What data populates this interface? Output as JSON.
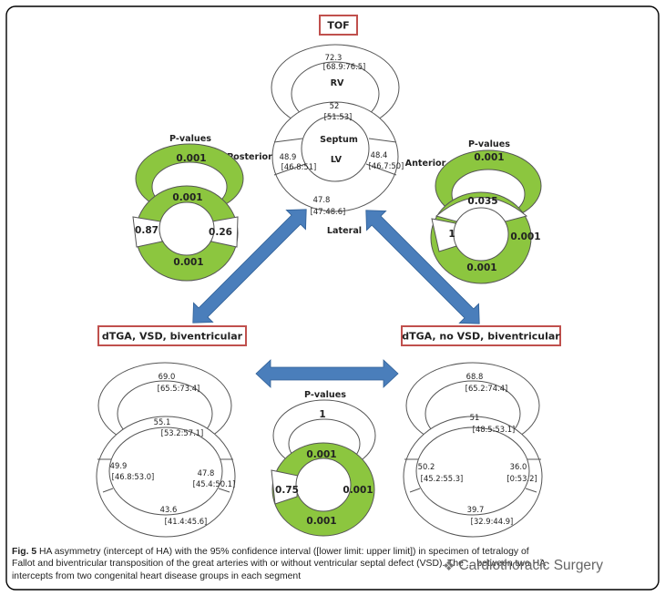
{
  "tof": {
    "title": "TOF",
    "top_value": "72.3",
    "top_ci": "[68.9:76.5]",
    "rv": "RV",
    "septum_value": "52",
    "septum_ci": "[51:53]",
    "septum": "Septum",
    "lv": "LV",
    "posterior": "Posterior",
    "posterior_value": "48.9",
    "posterior_ci": "[46.8:51]",
    "anterior": "Anterior",
    "anterior_value": "48.4",
    "anterior_ci": "[46.7:50]",
    "lateral_value": "47.8",
    "lateral_ci": "[47:48.6]",
    "lateral": "Lateral"
  },
  "left_pvalues": {
    "title": "P-values",
    "top": "0.001",
    "septum": "0.001",
    "left": "0.87",
    "right": "0.26",
    "bottom": "0.001"
  },
  "right_pvalues": {
    "title": "P-values",
    "top": "0.001",
    "septum": "0.035",
    "left": "1",
    "right": "0.001",
    "bottom": "0.001"
  },
  "bottom_pvalues": {
    "title": "P-values",
    "top": "1",
    "septum": "0.001",
    "left": "0.75",
    "right": "0.001",
    "bottom": "0.001"
  },
  "dtga_vsd": {
    "title": "dTGA, VSD, biventricular",
    "top_value": "69.0",
    "top_ci": "[65.5:73.4]",
    "septum_value": "55.1",
    "septum_ci": "[53.2:57.1]",
    "left_value": "49.9",
    "left_ci": "[46.8:53.0]",
    "right_value": "47.8",
    "right_ci": "[45.4:50.1]",
    "bottom_value": "43.6",
    "bottom_ci": "[41.4:45.6]"
  },
  "dtga_novsd": {
    "title": "dTGA, no VSD, biventricular",
    "top_value": "68.8",
    "top_ci": "[65.2:74.4]",
    "septum_value": "51",
    "septum_ci": "[48.5:53.1]",
    "left_value": "50.2",
    "left_ci": "[45.2:55.3]",
    "right_value": "36.0",
    "right_ci": "[0:53.2]",
    "bottom_value": "39.7",
    "bottom_ci": "[32.9:44.9]"
  },
  "colors": {
    "green": "#8cc63f",
    "arrow": "#4a7ebb",
    "title_border": "#c0504d",
    "frame": "#000000"
  },
  "caption": {
    "label": "Fig. 5",
    "text": "HA asymmetry (intercept of HA) with the 95% confidence interval ([lower limit: upper limit]) in specimen of tetralogy of Fallot and biventricular transposition of the great arteries with or without ventricular septal defect (VSD). The ... between two HA intercepts from two congenital heart disease groups in each segment"
  },
  "watermark": {
    "icon": "wechat-icon",
    "text": "Cardiothoracic Surgery"
  }
}
